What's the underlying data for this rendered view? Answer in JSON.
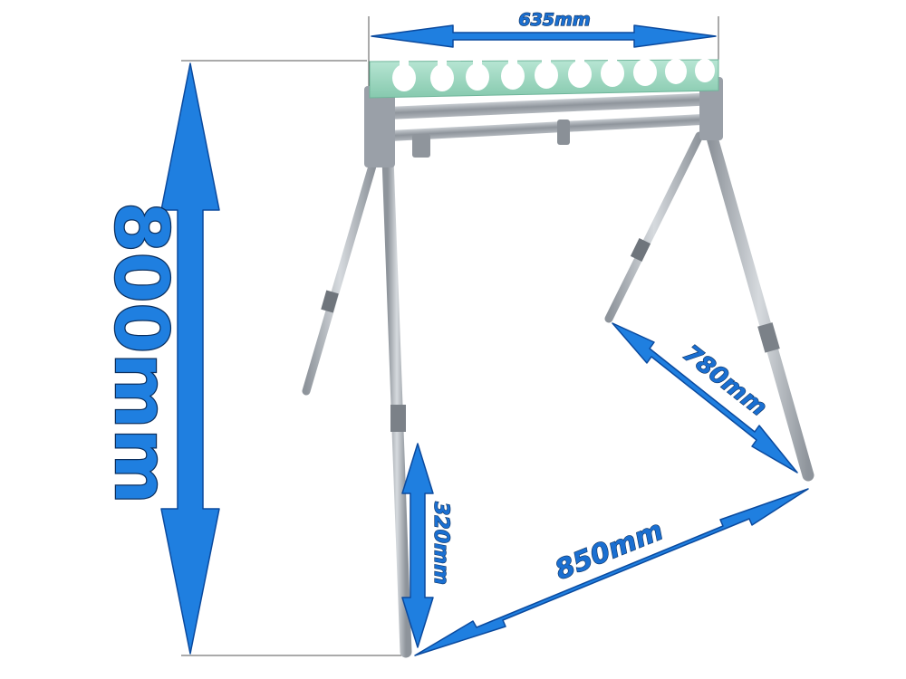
{
  "dimensions": {
    "width_label": "635mm",
    "height_label": "800mm",
    "leg_span_label": "780mm",
    "base_span_label": "850mm",
    "short_leg_label": "320mm"
  },
  "colors": {
    "arrow_fill": "#1f7fe0",
    "arrow_stroke": "#0b4a9e",
    "foam_top": "#9fd8c2",
    "frame_metal": "#9aa0a8",
    "leg_metal": "#b9bec4"
  }
}
